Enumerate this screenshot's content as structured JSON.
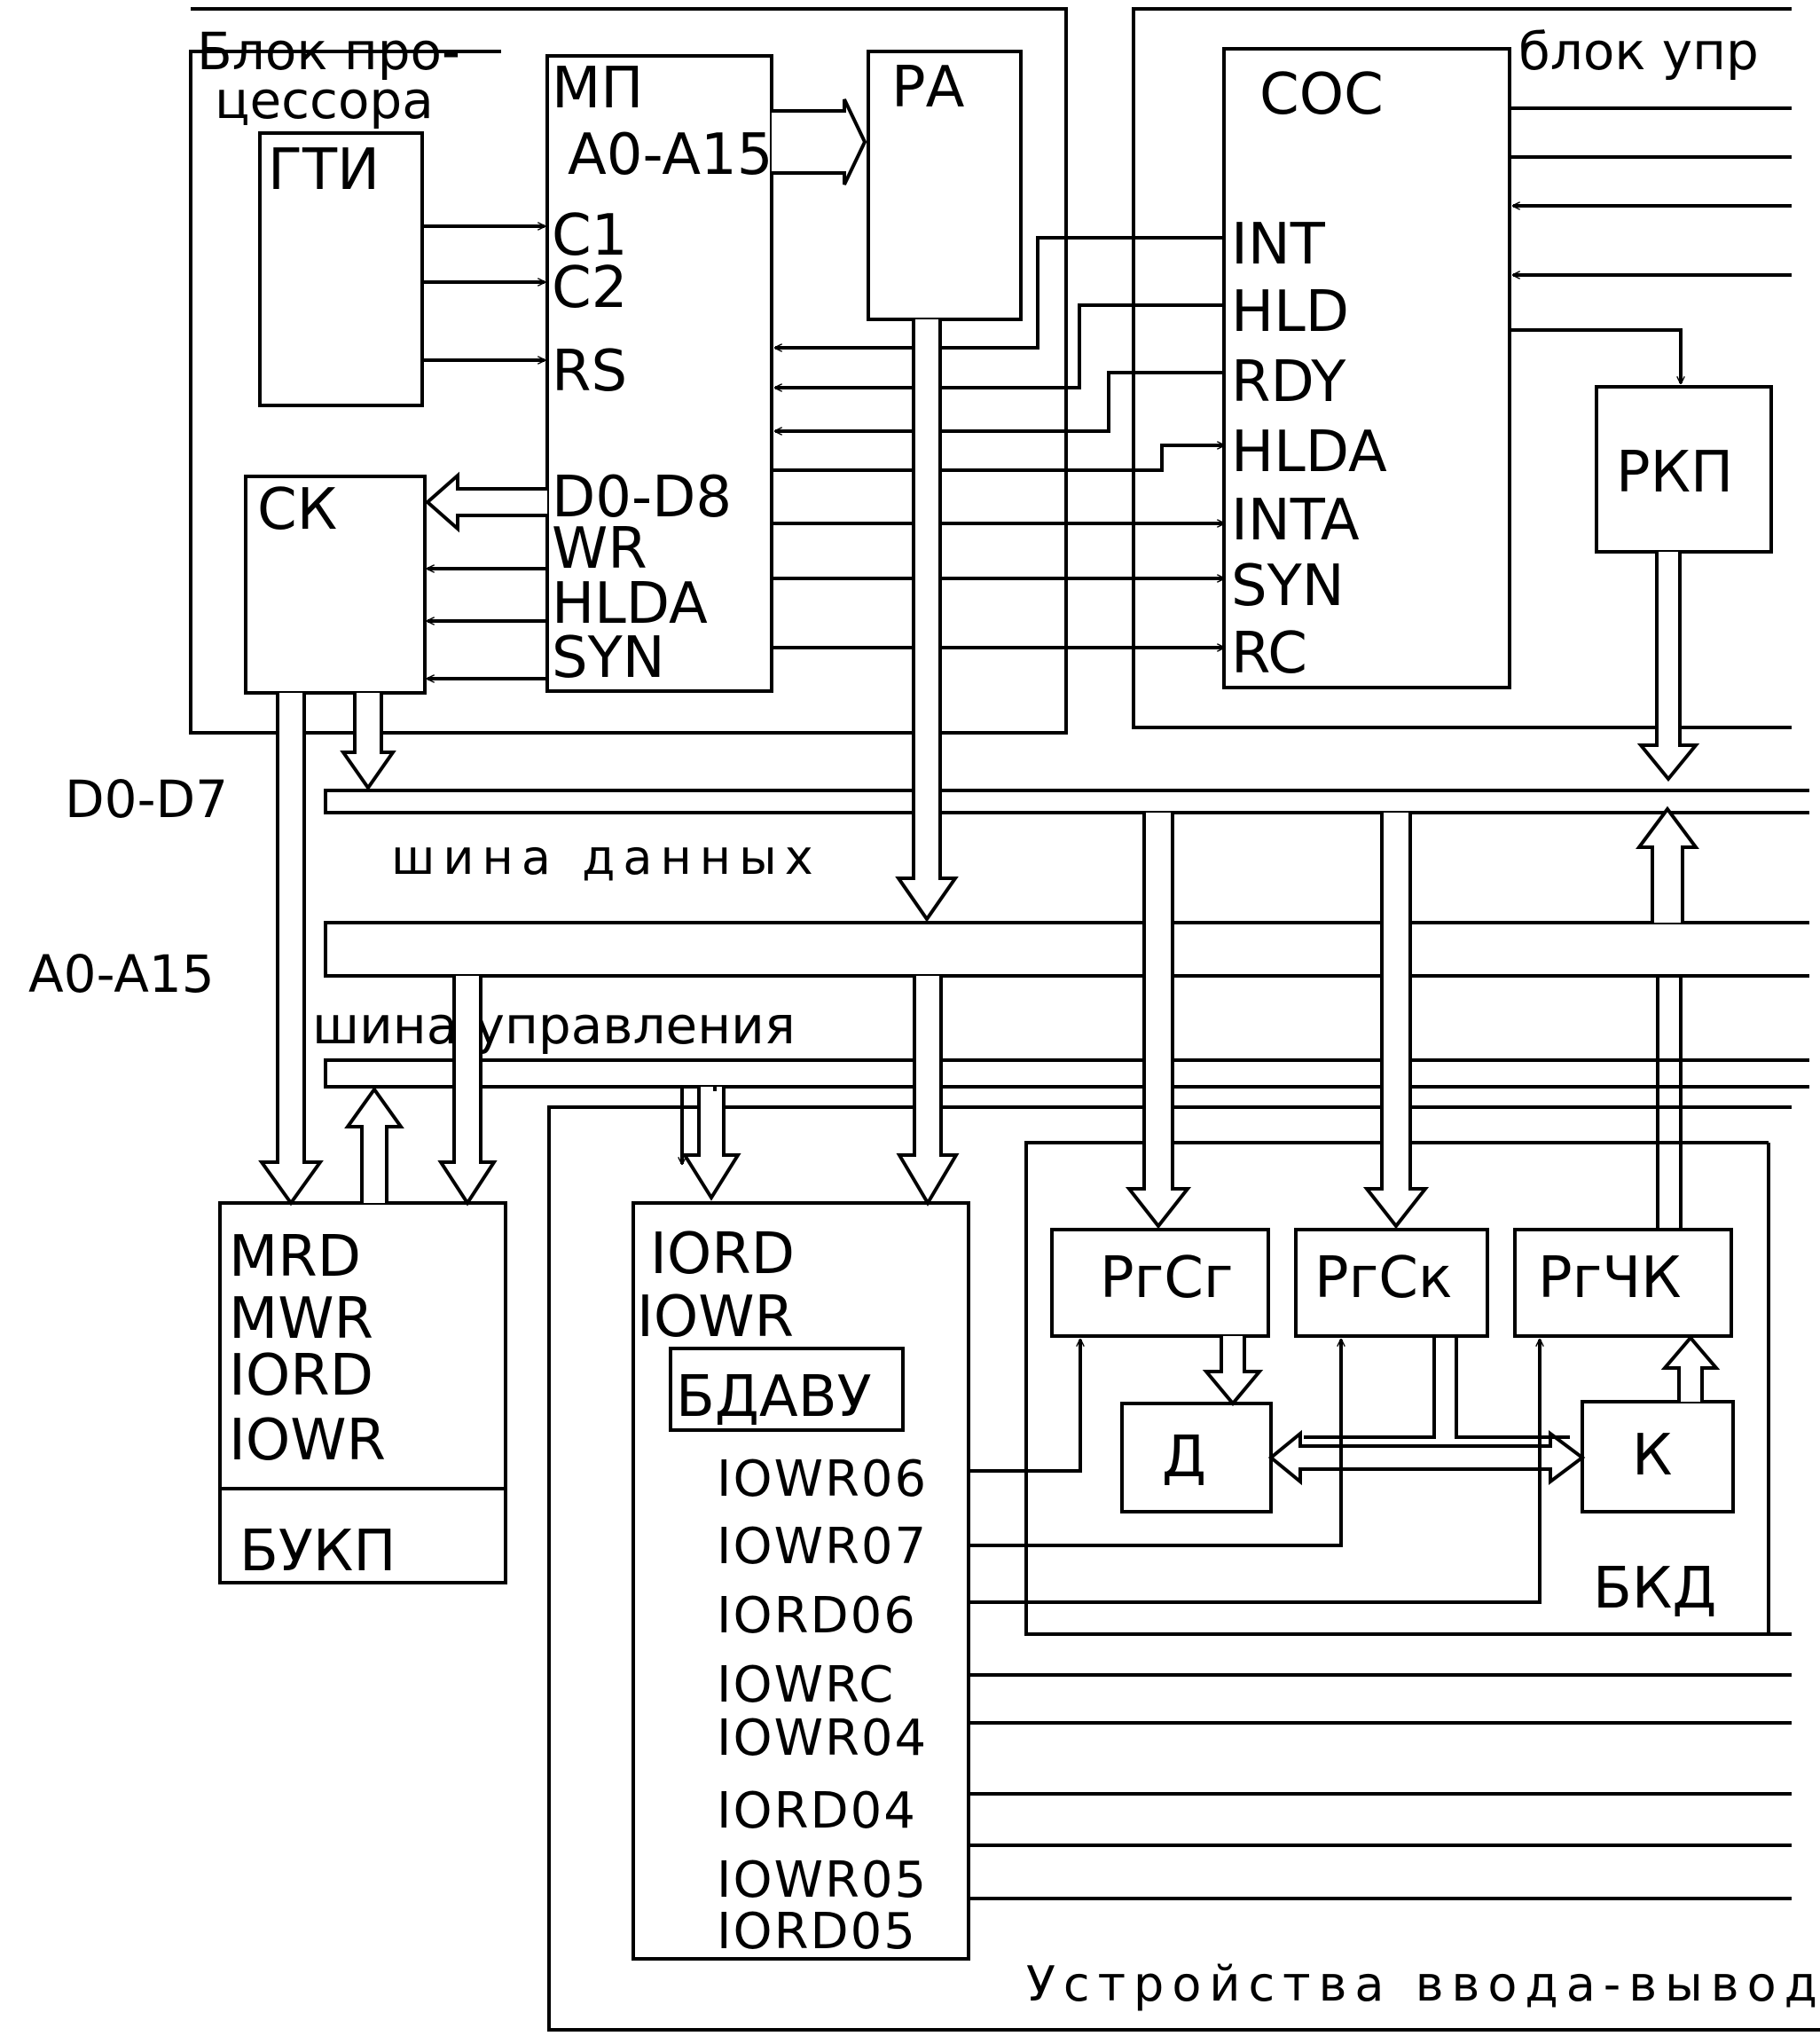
{
  "processor_block": {
    "title_line1": "Блок про-",
    "title_line2": "цессора"
  },
  "control_block": {
    "title": "блок упр"
  },
  "gti": {
    "label": "ГТИ"
  },
  "mp": {
    "label": "МП",
    "addr": "A0-A15",
    "pins_in": [
      "C1",
      "C2",
      "RS"
    ],
    "pins_out": [
      "D0-D8",
      "WR",
      "HLDA",
      "SYN"
    ]
  },
  "ra": {
    "label": "РА"
  },
  "coc": {
    "label": "СОС",
    "pins": [
      "INT",
      "HLD",
      "RDY",
      "HLDA",
      "INTA",
      "SYN",
      "RC"
    ]
  },
  "sk": {
    "label": "СК"
  },
  "rkp": {
    "label": "РКП"
  },
  "buses": {
    "data_label": "D0-D7",
    "data_bus": "шина данных",
    "addr_label": "A0-A15",
    "ctrl_bus": "шина управления"
  },
  "bukp": {
    "signals": [
      "MRD",
      "MWR",
      "IORD",
      "IOWR"
    ],
    "label": "БУКП"
  },
  "io": {
    "title": "Устройства ввода-вывода",
    "dec_signals": [
      "IORD",
      "IOWR"
    ],
    "bdavu": "БДАВУ",
    "outputs": [
      "IOWR06",
      "IOWR07",
      "IORD06",
      "IOWRC",
      "IOWR04",
      "IORD04",
      "IOWR05",
      "IORD05"
    ]
  },
  "bkd": {
    "label": "БКД",
    "rgsg": "РгСг",
    "rgsk": "РгСк",
    "rgchk": "РгЧК",
    "d": "Д",
    "k": "К"
  }
}
